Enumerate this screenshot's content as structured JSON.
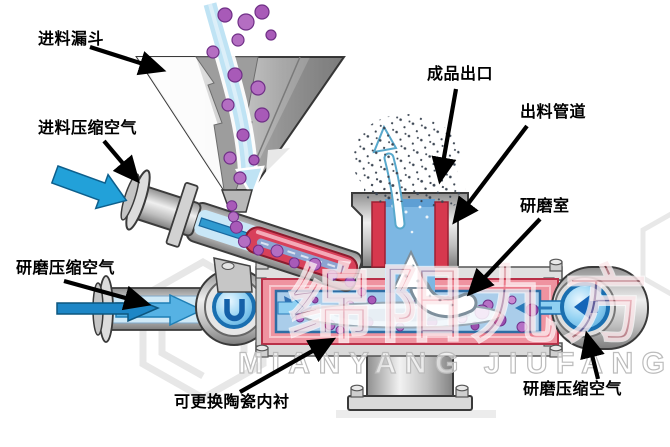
{
  "diagram": {
    "type": "jet-mill-schematic",
    "callouts": {
      "feed_hopper": "进料漏斗",
      "feed_air": "进料压缩空气",
      "grind_air_left": "研磨压缩空气",
      "product_outlet": "成品出口",
      "discharge_pipe": "出料管道",
      "grind_chamber": "研磨室",
      "ceramic_liner": "可更换陶瓷内衬",
      "grind_air_right": "研磨压缩空气"
    },
    "watermark": {
      "cjk": "绵阳九方",
      "latin": "MIANYANG JIUFANG"
    },
    "colors": {
      "air_blue": "#21a0d8",
      "flow_light_blue": "#bfe3f4",
      "particle_purple": "#a85ab8",
      "liner_pink": "#ef93a0",
      "liner_red": "#d6384e",
      "chamber_blue": "#aacdea",
      "steel_gray": "#c9c9c9",
      "label_color": "#000000",
      "watermark_pink": "#e2556a"
    }
  }
}
